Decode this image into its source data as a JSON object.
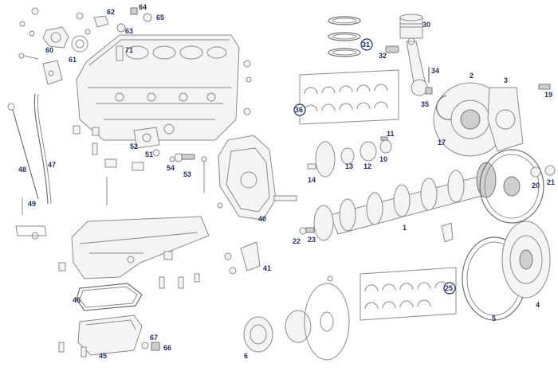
{
  "diagram": {
    "colors": {
      "label": "#1f2f5e",
      "line": "#8a8a8a",
      "background": "#ffffff"
    },
    "callouts": [
      {
        "id": "1",
        "text": "1"
      },
      {
        "id": "2",
        "text": "2"
      },
      {
        "id": "3",
        "text": "3"
      },
      {
        "id": "4",
        "text": "4"
      },
      {
        "id": "5",
        "text": "5"
      },
      {
        "id": "6",
        "text": "6"
      },
      {
        "id": "10",
        "text": "10"
      },
      {
        "id": "11",
        "text": "11"
      },
      {
        "id": "12",
        "text": "12"
      },
      {
        "id": "13",
        "text": "13"
      },
      {
        "id": "14",
        "text": "14"
      },
      {
        "id": "17",
        "text": "17"
      },
      {
        "id": "19",
        "text": "19"
      },
      {
        "id": "20",
        "text": "20"
      },
      {
        "id": "21",
        "text": "21"
      },
      {
        "id": "22",
        "text": "22"
      },
      {
        "id": "23",
        "text": "23"
      },
      {
        "id": "25",
        "text": "25"
      },
      {
        "id": "30",
        "text": "30"
      },
      {
        "id": "31",
        "text": "31"
      },
      {
        "id": "32",
        "text": "32"
      },
      {
        "id": "34",
        "text": "34"
      },
      {
        "id": "35",
        "text": "35"
      },
      {
        "id": "36",
        "text": "36"
      },
      {
        "id": "40",
        "text": "40"
      },
      {
        "id": "41",
        "text": "41"
      },
      {
        "id": "45",
        "text": "45"
      },
      {
        "id": "46",
        "text": "46"
      },
      {
        "id": "47",
        "text": "47"
      },
      {
        "id": "48",
        "text": "48"
      },
      {
        "id": "49",
        "text": "49"
      },
      {
        "id": "51",
        "text": "51"
      },
      {
        "id": "52",
        "text": "52"
      },
      {
        "id": "53",
        "text": "53"
      },
      {
        "id": "54",
        "text": "54"
      },
      {
        "id": "60",
        "text": "60"
      },
      {
        "id": "61",
        "text": "61"
      },
      {
        "id": "62",
        "text": "62"
      },
      {
        "id": "63",
        "text": "63"
      },
      {
        "id": "64",
        "text": "64"
      },
      {
        "id": "65",
        "text": "65"
      },
      {
        "id": "66",
        "text": "66"
      },
      {
        "id": "67",
        "text": "67"
      },
      {
        "id": "71",
        "text": "71"
      }
    ]
  }
}
